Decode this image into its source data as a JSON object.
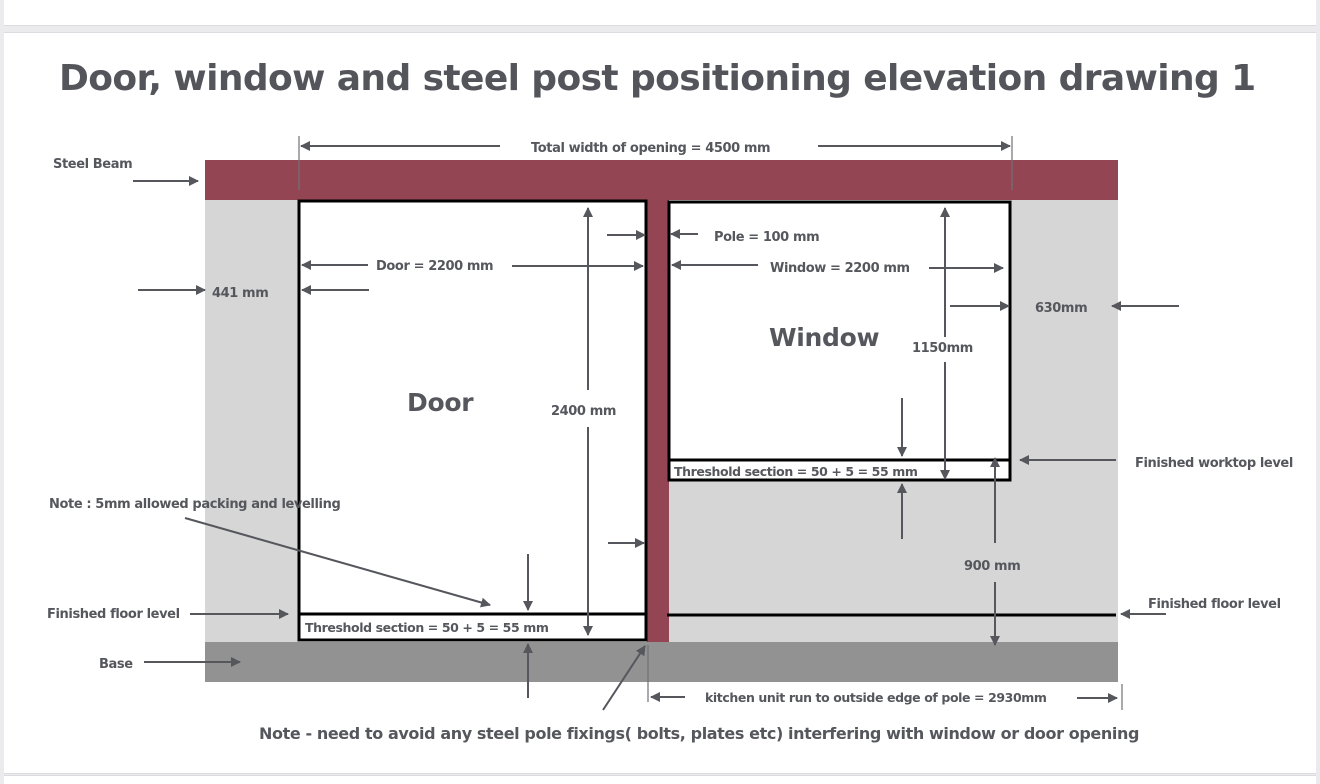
{
  "title": "Door, window and steel post positioning elevation drawing 1",
  "colors": {
    "steel": "#944553",
    "wall": "#d6d6d6",
    "base": "#929292",
    "frame": "#000000",
    "annotation": "#55575d"
  },
  "labels": {
    "steel_beam": "Steel Beam",
    "total_width": "Total width of opening =  4500 mm",
    "pole": "Pole = 100 mm",
    "door_width": "Door  = 2200 mm",
    "window_width": "Window = 2200 mm",
    "left_wall": "441  mm",
    "right_wall": "630mm",
    "window_name": "Window",
    "door_name": "Door",
    "door_height": "2400 mm",
    "window_height": "1150mm",
    "window_threshold": "Threshold section = 50 + 5 = 55 mm",
    "door_threshold": "Threshold section = 50 + 5 = 55 mm",
    "worktop_level": "Finished worktop level",
    "packing_note": "Note : 5mm allowed packing and levelling",
    "floor_level_left": "Finished floor level",
    "floor_level_right": "Finished floor level",
    "worktop_height": "900 mm",
    "base": "Base",
    "kitchen_run": "kitchen unit run to outside edge of pole  = 2930mm",
    "fixings_note": "Note - need to avoid any steel pole fixings( bolts, plates etc) interfering with window or door opening"
  }
}
